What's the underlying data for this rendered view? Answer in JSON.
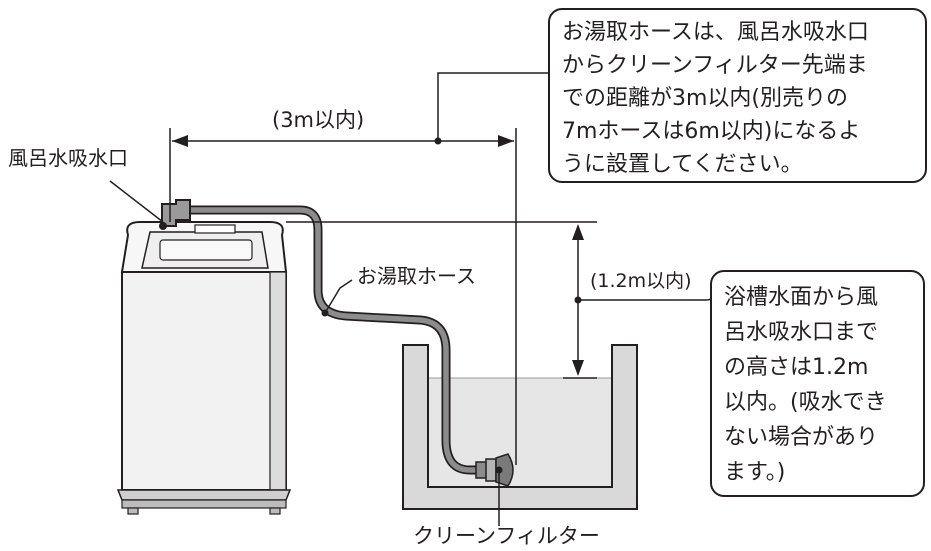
{
  "labels": {
    "inlet": "風呂水吸水口",
    "hose": "お湯取ホース",
    "distance": "(3m以内)",
    "height": "(1.2m以内)",
    "filter": "クリーンフィルター"
  },
  "note_top": {
    "lines": [
      "お湯取ホースは、風呂水吸水口",
      "からクリーンフィルター先端ま",
      "での距離が3m以内(別売りの",
      "7mホースは6m以内)になるよ",
      "うに設置してください。"
    ]
  },
  "note_right": {
    "lines": [
      "浴槽水面から風",
      "呂水吸水口まで",
      "の高さは1.2m",
      "以内。(吸水でき",
      "ない場合があり",
      "ます。)"
    ]
  },
  "colors": {
    "line": "#231f20",
    "water": "#e6e6e6",
    "tub": "#d9d9d9",
    "hose": "#8c8c8c",
    "machine": "#f2f2f2",
    "machine_shade": "#dcdcdc"
  }
}
